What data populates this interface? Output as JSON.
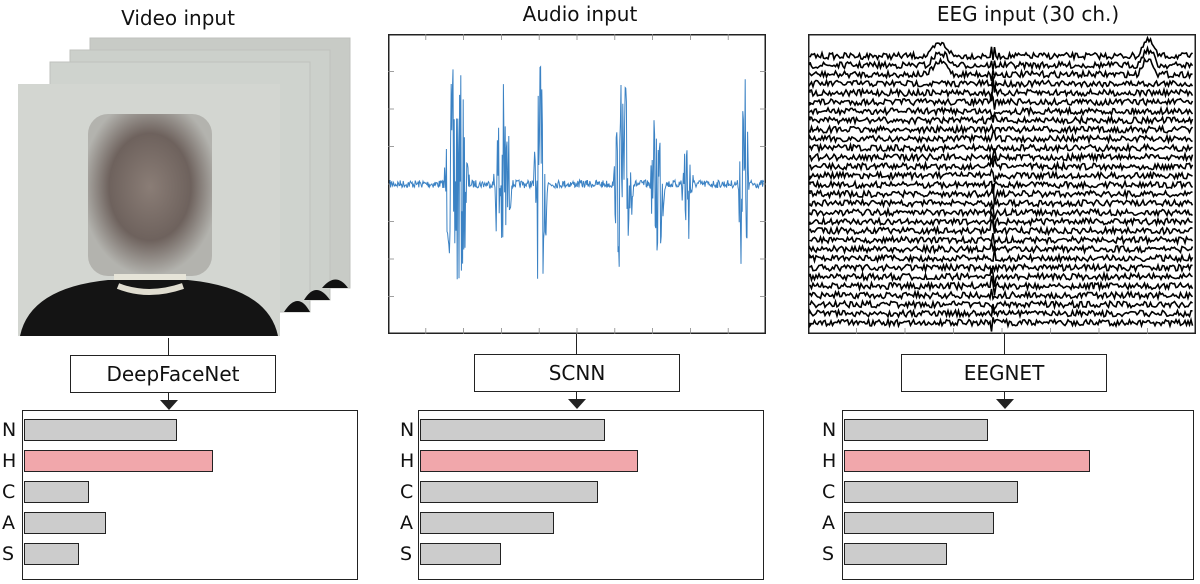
{
  "titles": {
    "video": "Video input",
    "audio": "Audio input",
    "eeg": "EEG input (30 ch.)"
  },
  "networks": {
    "video": "DeepFaceNet",
    "audio": "SCNN",
    "eeg": "EEGNET"
  },
  "colors": {
    "highlight": "#f1a7ab",
    "neutral_bar": "#cccccc",
    "audio_wave": "#3b82c4",
    "eeg_trace": "#000000"
  },
  "class_labels": [
    "N",
    "H",
    "C",
    "A",
    "S"
  ],
  "results": [
    {
      "model": "DeepFaceNet",
      "values": [
        0.47,
        0.58,
        0.2,
        0.25,
        0.17
      ],
      "highlight_index": 1
    },
    {
      "model": "SCNN",
      "values": [
        0.55,
        0.65,
        0.53,
        0.4,
        0.24
      ],
      "highlight_index": 1
    },
    {
      "model": "EEGNET",
      "values": [
        0.42,
        0.72,
        0.51,
        0.44,
        0.3
      ],
      "highlight_index": 1
    }
  ]
}
